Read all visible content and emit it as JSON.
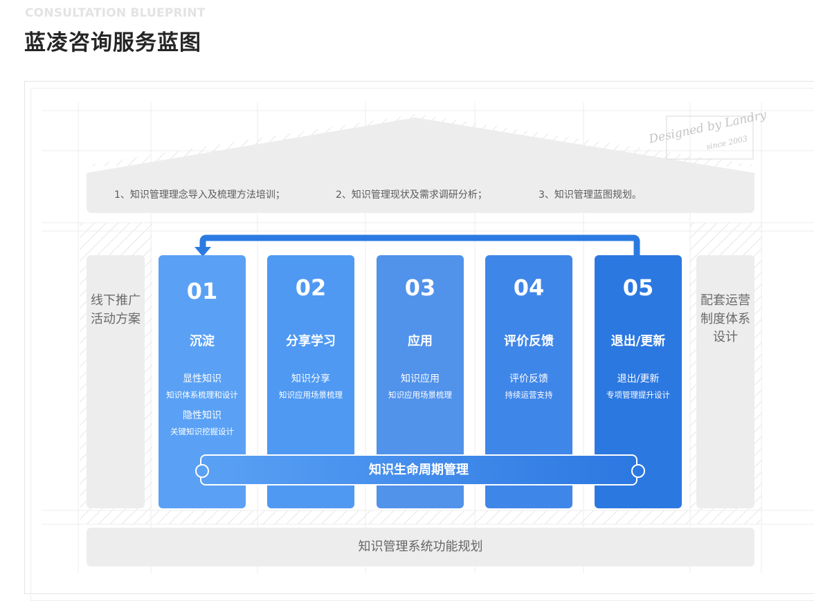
{
  "header": {
    "eyebrow": "CONSULTATION BLUEPRINT",
    "title": "蓝凌咨询服务蓝图"
  },
  "signature": {
    "line1": "Designed by Landry",
    "line2": "since 2003"
  },
  "roof": {
    "items": [
      "1、知识管理理念导入及梳理方法培训；",
      "2、知识管理现状及需求调研分析；",
      "3、知识管理蓝图规划。"
    ]
  },
  "left_column": "线下推广活动方案",
  "right_column": "配套运营制度体系设计",
  "pillars": [
    {
      "num": "01",
      "name": "沉淀",
      "line1": "显性知识",
      "line2": "知识体系梳理和设计",
      "line3": "隐性知识",
      "line4": "关键知识挖掘设计",
      "color": "#5aa1f5"
    },
    {
      "num": "02",
      "name": "分享学习",
      "line1": "知识分享",
      "line2": "知识应用场景梳理",
      "color": "#4f99f3"
    },
    {
      "num": "03",
      "name": "应用",
      "line1": "知识应用",
      "line2": "知识应用场景梳理",
      "color": "#5192eb"
    },
    {
      "num": "04",
      "name": "评价反馈",
      "line1": "评价反馈",
      "line2": "持续运营支持",
      "color": "#3f86e9"
    },
    {
      "num": "05",
      "name": "退出/更新",
      "line1": "退出/更新",
      "line2": "专项管理提升设计",
      "color": "#2c78e1"
    }
  ],
  "lifecycle_band": "知识生命周期管理",
  "base": "知识管理系统功能规划",
  "colors": {
    "arrow": "#2a7ae2",
    "gray_block": "#ededed",
    "grid": "#ececec"
  }
}
